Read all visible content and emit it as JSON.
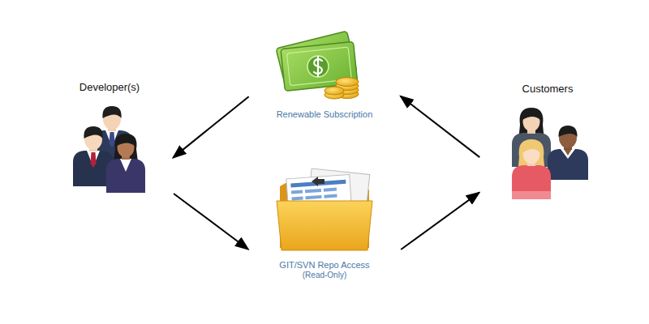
{
  "diagram": {
    "nodes": [
      {
        "text": [
          "Developer(s)"
        ]
      },
      {
        "text": [
          "Renewable Subscription"
        ]
      },
      {
        "text": [
          "GIT/SVN Repo Access",
          "(Read-Only)"
        ]
      },
      {
        "text": [
          "Customers"
        ]
      }
    ],
    "edges": [
      {
        "from": 1,
        "to": 0,
        "arrow": "to"
      },
      {
        "from": 0,
        "to": 2,
        "arrow": "to"
      },
      {
        "from": 2,
        "to": 3,
        "arrow": "to"
      },
      {
        "from": 3,
        "to": 1,
        "arrow": "to"
      }
    ]
  }
}
